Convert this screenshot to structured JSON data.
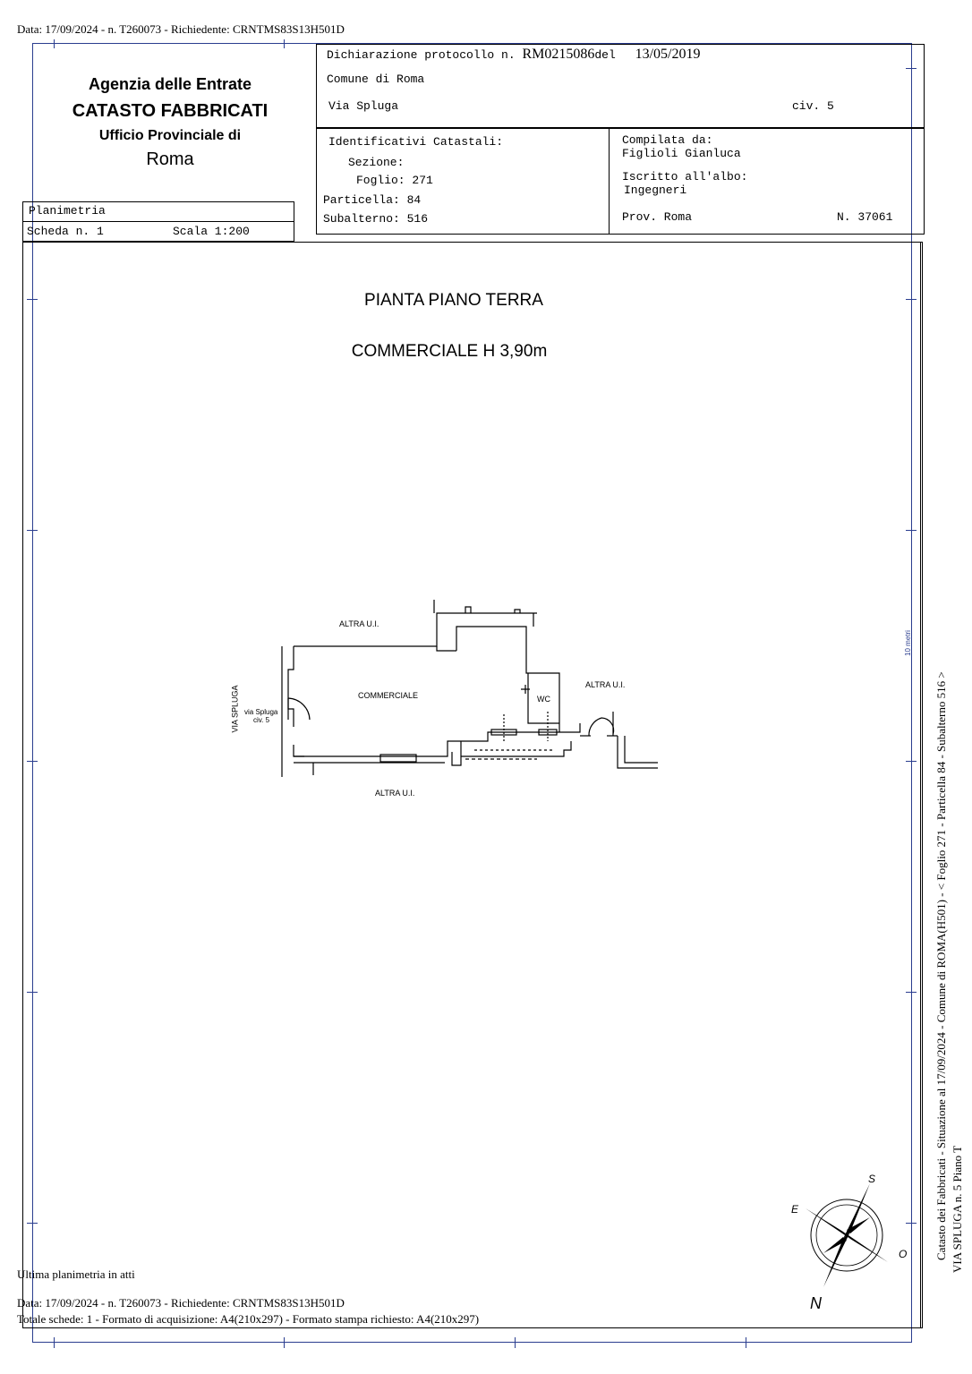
{
  "header_line": "Data: 17/09/2024 - n. T260073 - Richiedente: CRNTMS83S13H501D",
  "agency": {
    "line1": "Agenzia delle Entrate",
    "line2": "CATASTO FABBRICATI",
    "line3": "Ufficio Provinciale di",
    "line4": "Roma"
  },
  "protocol": {
    "label": "Dichiarazione protocollo n.",
    "number": "RM0215086",
    "del": "del",
    "date": "13/05/2019"
  },
  "comune": "Comune di Roma",
  "via": "Via Spluga",
  "civ": "civ. 5",
  "identificativi": {
    "title": "Identificativi Catastali:",
    "sezione": "Sezione:",
    "foglio": "Foglio: 271",
    "particella": "Particella: 84",
    "subalterno": "Subalterno: 516"
  },
  "compilata": {
    "label": "Compilata da:",
    "name": "Figlioli Gianluca",
    "iscritto": "Iscritto all'albo:",
    "albo": "Ingegneri",
    "prov": "Prov. Roma",
    "n": "N. 37061"
  },
  "planimetria": {
    "label": "Planimetria",
    "scheda": "Scheda n. 1",
    "scala": "Scala 1:200"
  },
  "plan": {
    "title": "PIANTA PIANO TERRA",
    "subtitle": "COMMERCIALE H 3,90m",
    "altra_top": "ALTRA U.I.",
    "altra_right": "ALTRA U.I.",
    "altra_bottom": "ALTRA U.I.",
    "commerciale": "COMMERCIALE",
    "wc": "WC",
    "via_spluga_vertical": "VIA SPLUGA",
    "via_spluga_door": "via Spluga",
    "civ5": "civ. 5"
  },
  "compass": {
    "n": "N",
    "s": "S",
    "e": "E",
    "o": "O"
  },
  "side_text": {
    "line1": "Catasto dei Fabbricati - Situazione al 17/09/2024 - Comune di ROMA(H501) - < Foglio 271 - Particella 84 - Subalterno 516 >",
    "line2": "VIA SPLUGA n. 5 Piano T",
    "scale_mark": "10 metri"
  },
  "footer": {
    "ultima": "Ultima planimetria in atti",
    "data": "Data: 17/09/2024 - n. T260073 - Richiedente: CRNTMS83S13H501D",
    "totale": "Totale schede: 1 - Formato di acquisizione: A4(210x297)  - Formato stampa richiesto: A4(210x297)"
  }
}
